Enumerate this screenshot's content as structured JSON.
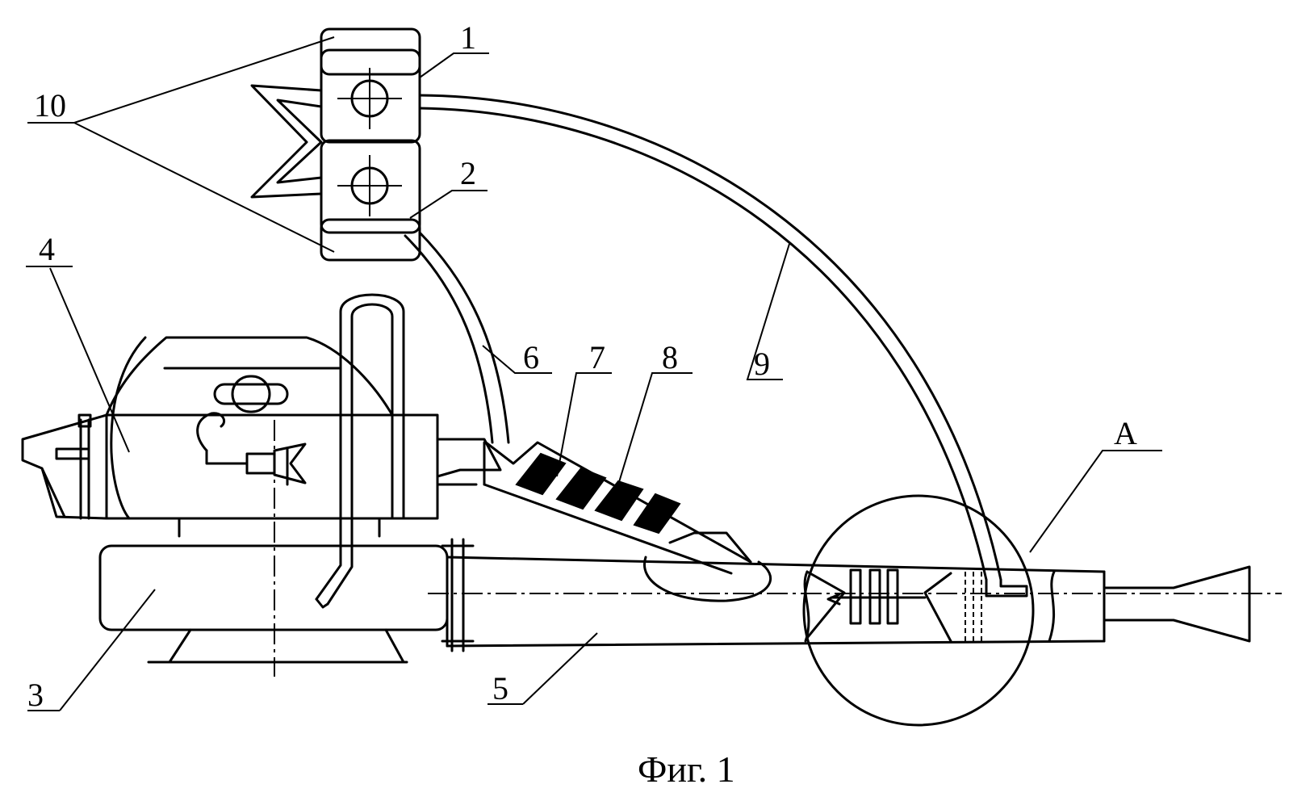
{
  "caption": "Фиг. 1",
  "labels": {
    "l1": "1",
    "l2": "2",
    "l3": "3",
    "l4": "4",
    "l5": "5",
    "l6": "6",
    "l7": "7",
    "l8": "8",
    "l9": "9",
    "l10": "10",
    "lA": "A"
  }
}
